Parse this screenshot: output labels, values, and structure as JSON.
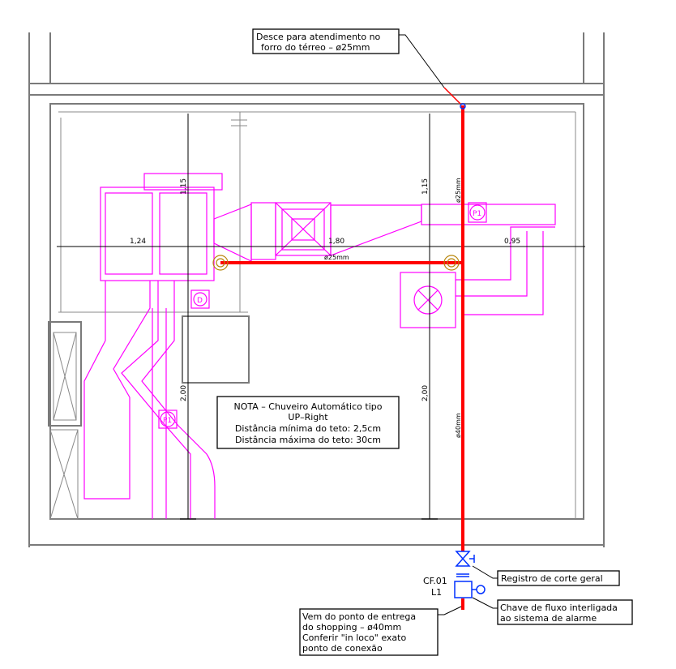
{
  "annotations": {
    "descent": [
      "Desce para atendimento no",
      "forro do térreo – ø25mm"
    ],
    "note": [
      "NOTA – Chuveiro Automático tipo",
      "UP–Right",
      "Distância mínima do teto: 2,5cm",
      "Distância máxima do teto: 30cm"
    ],
    "valve": "Registro de corte geral",
    "flow_switch": [
      "Chave de fluxo interligada",
      "ao sistema de alarme"
    ],
    "supply": [
      "Vem do ponto de entrega",
      "do shopping – ø40mm",
      "Conferir \"in loco\" exato",
      "ponto de conexão"
    ],
    "tag": [
      "CF.01",
      "L1"
    ]
  },
  "dimensions": {
    "h1": "1,24",
    "h2": "1,80",
    "h3": "0,95",
    "v_top_left": "1,15",
    "v_top_right": "1,15",
    "v_bot_left": "2,00",
    "v_bot_right": "2,00"
  },
  "pipes": {
    "horizontal": "ø25mm",
    "vertical_top": "ø25mm",
    "vertical_main": "ø40mm"
  },
  "equipment_labels": {
    "p1a": "P1",
    "p1b": "P1",
    "d": "D"
  },
  "colors": {
    "pipe": "#ff0000",
    "equipment": "#ff00ff",
    "fittings": "#0030ff",
    "sprinkler": "#b8860b"
  }
}
